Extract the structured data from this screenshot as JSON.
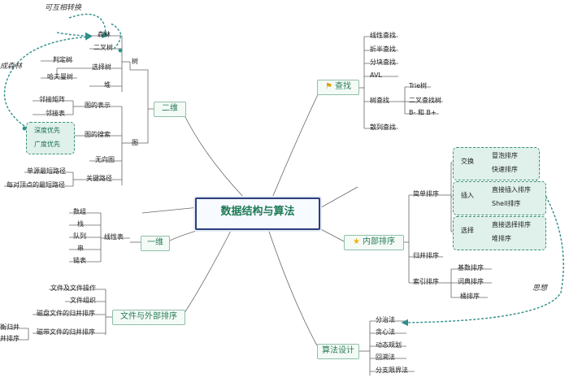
{
  "center": "数据结构与算法",
  "annotations": {
    "interchangeable": "可互相转换",
    "forest": "成森林",
    "idea": "思想"
  },
  "branch_er_wei": {
    "title": "二维",
    "tree": "树",
    "forest": "森林",
    "binary_tree": "二叉树",
    "selection_tree": "选择树",
    "decision_tree": "判定树",
    "huffman_tree": "哈夫曼树",
    "heap": "堆",
    "graph": "图",
    "graph_repr": "图的表示",
    "adj_matrix": "邻接矩阵",
    "adj_list": "邻接表",
    "graph_search": "图的搜索",
    "dfs": "深度优先",
    "bfs": "广度优先",
    "undirected": "无向图",
    "critical_path": "关键路径",
    "single_source": "单源最短路径",
    "all_pairs": "每对顶点的最短路径"
  },
  "branch_yi_wei": {
    "title": "一维",
    "linear": "线性表",
    "items": [
      "数组",
      "栈",
      "队列",
      "串",
      "链表"
    ]
  },
  "branch_files": {
    "title": "文件与外部排序",
    "items": [
      "文件及文件操作",
      "文件组织",
      "磁盘文件的归并排序",
      "磁带文件的归并排序"
    ],
    "cut_left_1": "衡归并",
    "cut_left_2": "并排序"
  },
  "branch_search": {
    "title": "查找",
    "items": [
      "线性查找",
      "折半查找",
      "分块查找",
      "AVL",
      "树查找",
      "散列查找"
    ],
    "tree_sub": [
      "Trie树",
      "二叉查找树",
      "B- 和 B+"
    ]
  },
  "branch_sort": {
    "title": "内部排序",
    "simple": "简单排序",
    "merge": "归并排序",
    "index": "索引排序",
    "swap": "交换",
    "bubble": "冒泡排序",
    "quick": "快速排序",
    "insert": "插入",
    "direct_insert": "直接插入排序",
    "shell": "Shell排序",
    "select": "选择",
    "direct_select": "直接选择排序",
    "heap_sort": "堆排序",
    "radix": "基数排序",
    "lexico": "词典排序",
    "bucket": "桶排序"
  },
  "branch_algo": {
    "title": "算法设计",
    "items": [
      "分治法",
      "贪心法",
      "动态规划",
      "回溯法",
      "分支限界法"
    ]
  }
}
